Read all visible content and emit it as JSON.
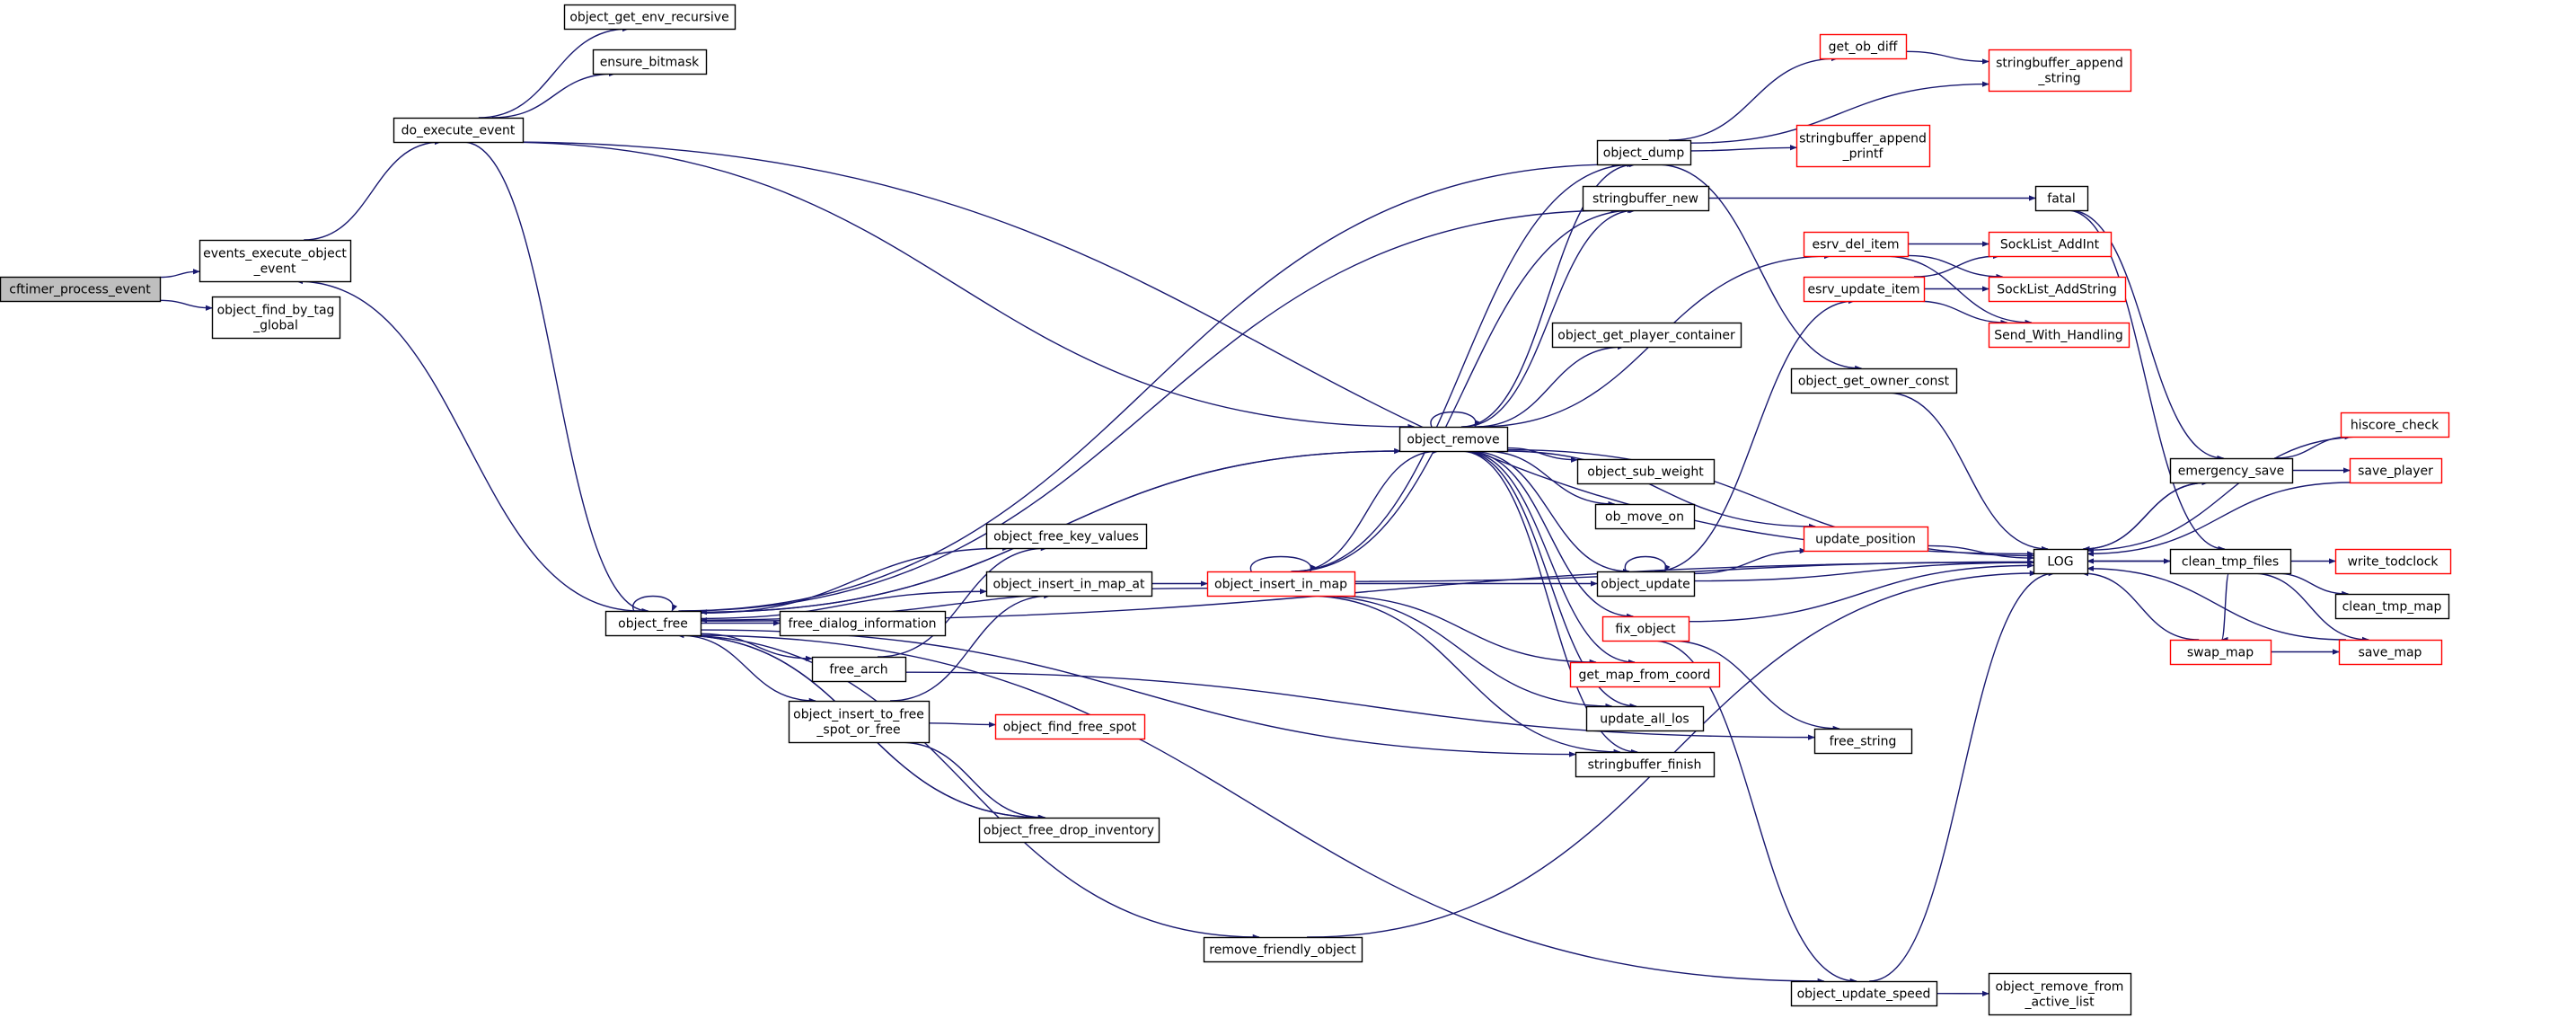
{
  "colors": {
    "edge": "#191970",
    "plain_border": "#000000",
    "truncated_border": "#ff0000",
    "root_fill": "#bfbfbf",
    "node_fill": "#ffffff"
  },
  "nodes": [
    {
      "id": "cftimer_process_event",
      "lines": [
        "cftimer_process_event"
      ],
      "style": "root"
    },
    {
      "id": "events_execute_object_event",
      "lines": [
        "events_execute_object",
        "_event"
      ],
      "style": "plain"
    },
    {
      "id": "object_find_by_tag_global",
      "lines": [
        "object_find_by_tag",
        "_global"
      ],
      "style": "plain"
    },
    {
      "id": "do_execute_event",
      "lines": [
        "do_execute_event"
      ],
      "style": "plain"
    },
    {
      "id": "object_get_env_recursive",
      "lines": [
        "object_get_env_recursive"
      ],
      "style": "plain"
    },
    {
      "id": "ensure_bitmask",
      "lines": [
        "ensure_bitmask"
      ],
      "style": "plain"
    },
    {
      "id": "object_free",
      "lines": [
        "object_free"
      ],
      "style": "plain"
    },
    {
      "id": "object_free_key_values",
      "lines": [
        "object_free_key_values"
      ],
      "style": "plain"
    },
    {
      "id": "object_insert_in_map_at",
      "lines": [
        "object_insert_in_map_at"
      ],
      "style": "plain"
    },
    {
      "id": "free_dialog_information",
      "lines": [
        "free_dialog_information"
      ],
      "style": "plain"
    },
    {
      "id": "free_arch",
      "lines": [
        "free_arch"
      ],
      "style": "plain"
    },
    {
      "id": "object_insert_to_free_spot_or_free",
      "lines": [
        "object_insert_to_free",
        "_spot_or_free"
      ],
      "style": "plain"
    },
    {
      "id": "object_find_free_spot",
      "lines": [
        "object_find_free_spot"
      ],
      "style": "truncated"
    },
    {
      "id": "object_free_drop_inventory",
      "lines": [
        "object_free_drop_inventory"
      ],
      "style": "plain"
    },
    {
      "id": "remove_friendly_object",
      "lines": [
        "remove_friendly_object"
      ],
      "style": "plain"
    },
    {
      "id": "object_insert_in_map",
      "lines": [
        "object_insert_in_map"
      ],
      "style": "truncated"
    },
    {
      "id": "object_remove",
      "lines": [
        "object_remove"
      ],
      "style": "plain"
    },
    {
      "id": "object_dump",
      "lines": [
        "object_dump"
      ],
      "style": "plain"
    },
    {
      "id": "stringbuffer_new",
      "lines": [
        "stringbuffer_new"
      ],
      "style": "plain"
    },
    {
      "id": "object_get_player_container",
      "lines": [
        "object_get_player_container"
      ],
      "style": "plain"
    },
    {
      "id": "object_get_owner_const",
      "lines": [
        "object_get_owner_const"
      ],
      "style": "plain"
    },
    {
      "id": "object_sub_weight",
      "lines": [
        "object_sub_weight"
      ],
      "style": "plain"
    },
    {
      "id": "ob_move_on",
      "lines": [
        "ob_move_on"
      ],
      "style": "plain"
    },
    {
      "id": "object_update",
      "lines": [
        "object_update"
      ],
      "style": "plain"
    },
    {
      "id": "fix_object",
      "lines": [
        "fix_object"
      ],
      "style": "truncated"
    },
    {
      "id": "get_map_from_coord",
      "lines": [
        "get_map_from_coord"
      ],
      "style": "truncated"
    },
    {
      "id": "update_all_los",
      "lines": [
        "update_all_los"
      ],
      "style": "plain"
    },
    {
      "id": "stringbuffer_finish",
      "lines": [
        "stringbuffer_finish"
      ],
      "style": "plain"
    },
    {
      "id": "free_string",
      "lines": [
        "free_string"
      ],
      "style": "plain"
    },
    {
      "id": "object_update_speed",
      "lines": [
        "object_update_speed"
      ],
      "style": "plain"
    },
    {
      "id": "object_remove_from_active_list",
      "lines": [
        "object_remove_from",
        "_active_list"
      ],
      "style": "plain"
    },
    {
      "id": "get_ob_diff",
      "lines": [
        "get_ob_diff"
      ],
      "style": "truncated"
    },
    {
      "id": "stringbuffer_append_string",
      "lines": [
        "stringbuffer_append",
        "_string"
      ],
      "style": "truncated"
    },
    {
      "id": "stringbuffer_append_printf",
      "lines": [
        "stringbuffer_append",
        "_printf"
      ],
      "style": "truncated"
    },
    {
      "id": "fatal",
      "lines": [
        "fatal"
      ],
      "style": "plain"
    },
    {
      "id": "esrv_del_item",
      "lines": [
        "esrv_del_item"
      ],
      "style": "truncated"
    },
    {
      "id": "esrv_update_item",
      "lines": [
        "esrv_update_item"
      ],
      "style": "truncated"
    },
    {
      "id": "SockList_AddInt",
      "lines": [
        "SockList_AddInt"
      ],
      "style": "truncated"
    },
    {
      "id": "SockList_AddString",
      "lines": [
        "SockList_AddString"
      ],
      "style": "truncated"
    },
    {
      "id": "Send_With_Handling",
      "lines": [
        "Send_With_Handling"
      ],
      "style": "truncated"
    },
    {
      "id": "update_position",
      "lines": [
        "update_position"
      ],
      "style": "truncated"
    },
    {
      "id": "LOG",
      "lines": [
        "LOG"
      ],
      "style": "plain"
    },
    {
      "id": "emergency_save",
      "lines": [
        "emergency_save"
      ],
      "style": "plain"
    },
    {
      "id": "hiscore_check",
      "lines": [
        "hiscore_check"
      ],
      "style": "truncated"
    },
    {
      "id": "save_player",
      "lines": [
        "save_player"
      ],
      "style": "truncated"
    },
    {
      "id": "clean_tmp_files",
      "lines": [
        "clean_tmp_files"
      ],
      "style": "plain"
    },
    {
      "id": "write_todclock",
      "lines": [
        "write_todclock"
      ],
      "style": "truncated"
    },
    {
      "id": "clean_tmp_map",
      "lines": [
        "clean_tmp_map"
      ],
      "style": "plain"
    },
    {
      "id": "swap_map",
      "lines": [
        "swap_map"
      ],
      "style": "truncated"
    },
    {
      "id": "save_map",
      "lines": [
        "save_map"
      ],
      "style": "truncated"
    }
  ],
  "edges": [
    {
      "from": "cftimer_process_event",
      "to": "events_execute_object_event"
    },
    {
      "from": "cftimer_process_event",
      "to": "object_find_by_tag_global"
    },
    {
      "from": "events_execute_object_event",
      "to": "do_execute_event"
    },
    {
      "from": "do_execute_event",
      "to": "object_get_env_recursive"
    },
    {
      "from": "do_execute_event",
      "to": "ensure_bitmask"
    },
    {
      "from": "do_execute_event",
      "to": "object_free"
    },
    {
      "from": "do_execute_event",
      "to": "object_remove"
    },
    {
      "from": "do_execute_event",
      "to": "LOG"
    },
    {
      "from": "object_free",
      "to": "object_free"
    },
    {
      "from": "object_free",
      "to": "events_execute_object_event"
    },
    {
      "from": "object_free",
      "to": "object_dump"
    },
    {
      "from": "object_free",
      "to": "stringbuffer_new"
    },
    {
      "from": "object_free",
      "to": "object_remove"
    },
    {
      "from": "object_free",
      "to": "object_free_key_values"
    },
    {
      "from": "object_free",
      "to": "object_insert_in_map_at"
    },
    {
      "from": "object_free",
      "to": "free_dialog_information"
    },
    {
      "from": "object_free",
      "to": "free_arch"
    },
    {
      "from": "object_free",
      "to": "object_insert_to_free_spot_or_free"
    },
    {
      "from": "object_free",
      "to": "stringbuffer_finish"
    },
    {
      "from": "object_free",
      "to": "object_free_drop_inventory"
    },
    {
      "from": "object_free",
      "to": "LOG"
    },
    {
      "from": "object_free",
      "to": "remove_friendly_object"
    },
    {
      "from": "object_free",
      "to": "object_update_speed"
    },
    {
      "from": "free_arch",
      "to": "object_free_key_values"
    },
    {
      "from": "free_arch",
      "to": "free_string"
    },
    {
      "from": "object_insert_to_free_spot_or_free",
      "to": "object_insert_in_map_at"
    },
    {
      "from": "object_insert_to_free_spot_or_free",
      "to": "object_find_free_spot"
    },
    {
      "from": "object_insert_to_free_spot_or_free",
      "to": "object_free_drop_inventory"
    },
    {
      "from": "object_free_drop_inventory",
      "to": "object_free"
    },
    {
      "from": "remove_friendly_object",
      "to": "LOG"
    },
    {
      "from": "object_insert_in_map_at",
      "to": "object_insert_in_map"
    },
    {
      "from": "object_insert_in_map",
      "to": "object_insert_in_map"
    },
    {
      "from": "object_insert_in_map",
      "to": "object_free"
    },
    {
      "from": "object_insert_in_map",
      "to": "object_remove"
    },
    {
      "from": "object_insert_in_map",
      "to": "object_dump"
    },
    {
      "from": "object_insert_in_map",
      "to": "stringbuffer_new"
    },
    {
      "from": "object_insert_in_map",
      "to": "object_update"
    },
    {
      "from": "object_insert_in_map",
      "to": "get_map_from_coord"
    },
    {
      "from": "object_insert_in_map",
      "to": "update_all_los"
    },
    {
      "from": "object_insert_in_map",
      "to": "stringbuffer_finish"
    },
    {
      "from": "object_insert_in_map",
      "to": "LOG"
    },
    {
      "from": "object_remove",
      "to": "object_remove"
    },
    {
      "from": "object_remove",
      "to": "object_dump"
    },
    {
      "from": "object_remove",
      "to": "stringbuffer_new"
    },
    {
      "from": "object_remove",
      "to": "object_get_player_container"
    },
    {
      "from": "object_remove",
      "to": "object_sub_weight"
    },
    {
      "from": "object_remove",
      "to": "ob_move_on"
    },
    {
      "from": "object_remove",
      "to": "object_update"
    },
    {
      "from": "object_remove",
      "to": "fix_object"
    },
    {
      "from": "object_remove",
      "to": "get_map_from_coord"
    },
    {
      "from": "object_remove",
      "to": "update_all_los"
    },
    {
      "from": "object_remove",
      "to": "stringbuffer_finish"
    },
    {
      "from": "object_remove",
      "to": "esrv_del_item"
    },
    {
      "from": "object_remove",
      "to": "update_position"
    },
    {
      "from": "object_remove",
      "to": "LOG"
    },
    {
      "from": "object_remove",
      "to": "object_free"
    },
    {
      "from": "object_dump",
      "to": "get_ob_diff"
    },
    {
      "from": "object_dump",
      "to": "stringbuffer_append_string"
    },
    {
      "from": "object_dump",
      "to": "stringbuffer_append_printf"
    },
    {
      "from": "object_dump",
      "to": "object_get_owner_const"
    },
    {
      "from": "get_ob_diff",
      "to": "stringbuffer_append_string"
    },
    {
      "from": "stringbuffer_new",
      "to": "fatal"
    },
    {
      "from": "fatal",
      "to": "emergency_save"
    },
    {
      "from": "fatal",
      "to": "clean_tmp_files"
    },
    {
      "from": "esrv_del_item",
      "to": "SockList_AddInt"
    },
    {
      "from": "esrv_del_item",
      "to": "SockList_AddString"
    },
    {
      "from": "esrv_del_item",
      "to": "Send_With_Handling"
    },
    {
      "from": "esrv_update_item",
      "to": "SockList_AddInt"
    },
    {
      "from": "esrv_update_item",
      "to": "SockList_AddString"
    },
    {
      "from": "esrv_update_item",
      "to": "Send_With_Handling"
    },
    {
      "from": "object_get_owner_const",
      "to": "LOG"
    },
    {
      "from": "object_update",
      "to": "object_update"
    },
    {
      "from": "object_update",
      "to": "esrv_update_item"
    },
    {
      "from": "object_update",
      "to": "update_position"
    },
    {
      "from": "object_update",
      "to": "LOG"
    },
    {
      "from": "update_position",
      "to": "LOG"
    },
    {
      "from": "fix_object",
      "to": "LOG"
    },
    {
      "from": "fix_object",
      "to": "free_string"
    },
    {
      "from": "fix_object",
      "to": "object_update_speed"
    },
    {
      "from": "object_update_speed",
      "to": "LOG"
    },
    {
      "from": "object_update_speed",
      "to": "object_remove_from_active_list"
    },
    {
      "from": "LOG",
      "to": "emergency_save"
    },
    {
      "from": "LOG",
      "to": "clean_tmp_files"
    },
    {
      "from": "emergency_save",
      "to": "LOG"
    },
    {
      "from": "emergency_save",
      "to": "hiscore_check"
    },
    {
      "from": "emergency_save",
      "to": "save_player"
    },
    {
      "from": "hiscore_check",
      "to": "LOG"
    },
    {
      "from": "save_player",
      "to": "LOG"
    },
    {
      "from": "clean_tmp_files",
      "to": "LOG"
    },
    {
      "from": "clean_tmp_files",
      "to": "write_todclock"
    },
    {
      "from": "clean_tmp_files",
      "to": "clean_tmp_map"
    },
    {
      "from": "clean_tmp_files",
      "to": "swap_map"
    },
    {
      "from": "clean_tmp_files",
      "to": "save_map"
    },
    {
      "from": "swap_map",
      "to": "LOG"
    },
    {
      "from": "swap_map",
      "to": "save_map"
    },
    {
      "from": "save_map",
      "to": "LOG"
    }
  ]
}
